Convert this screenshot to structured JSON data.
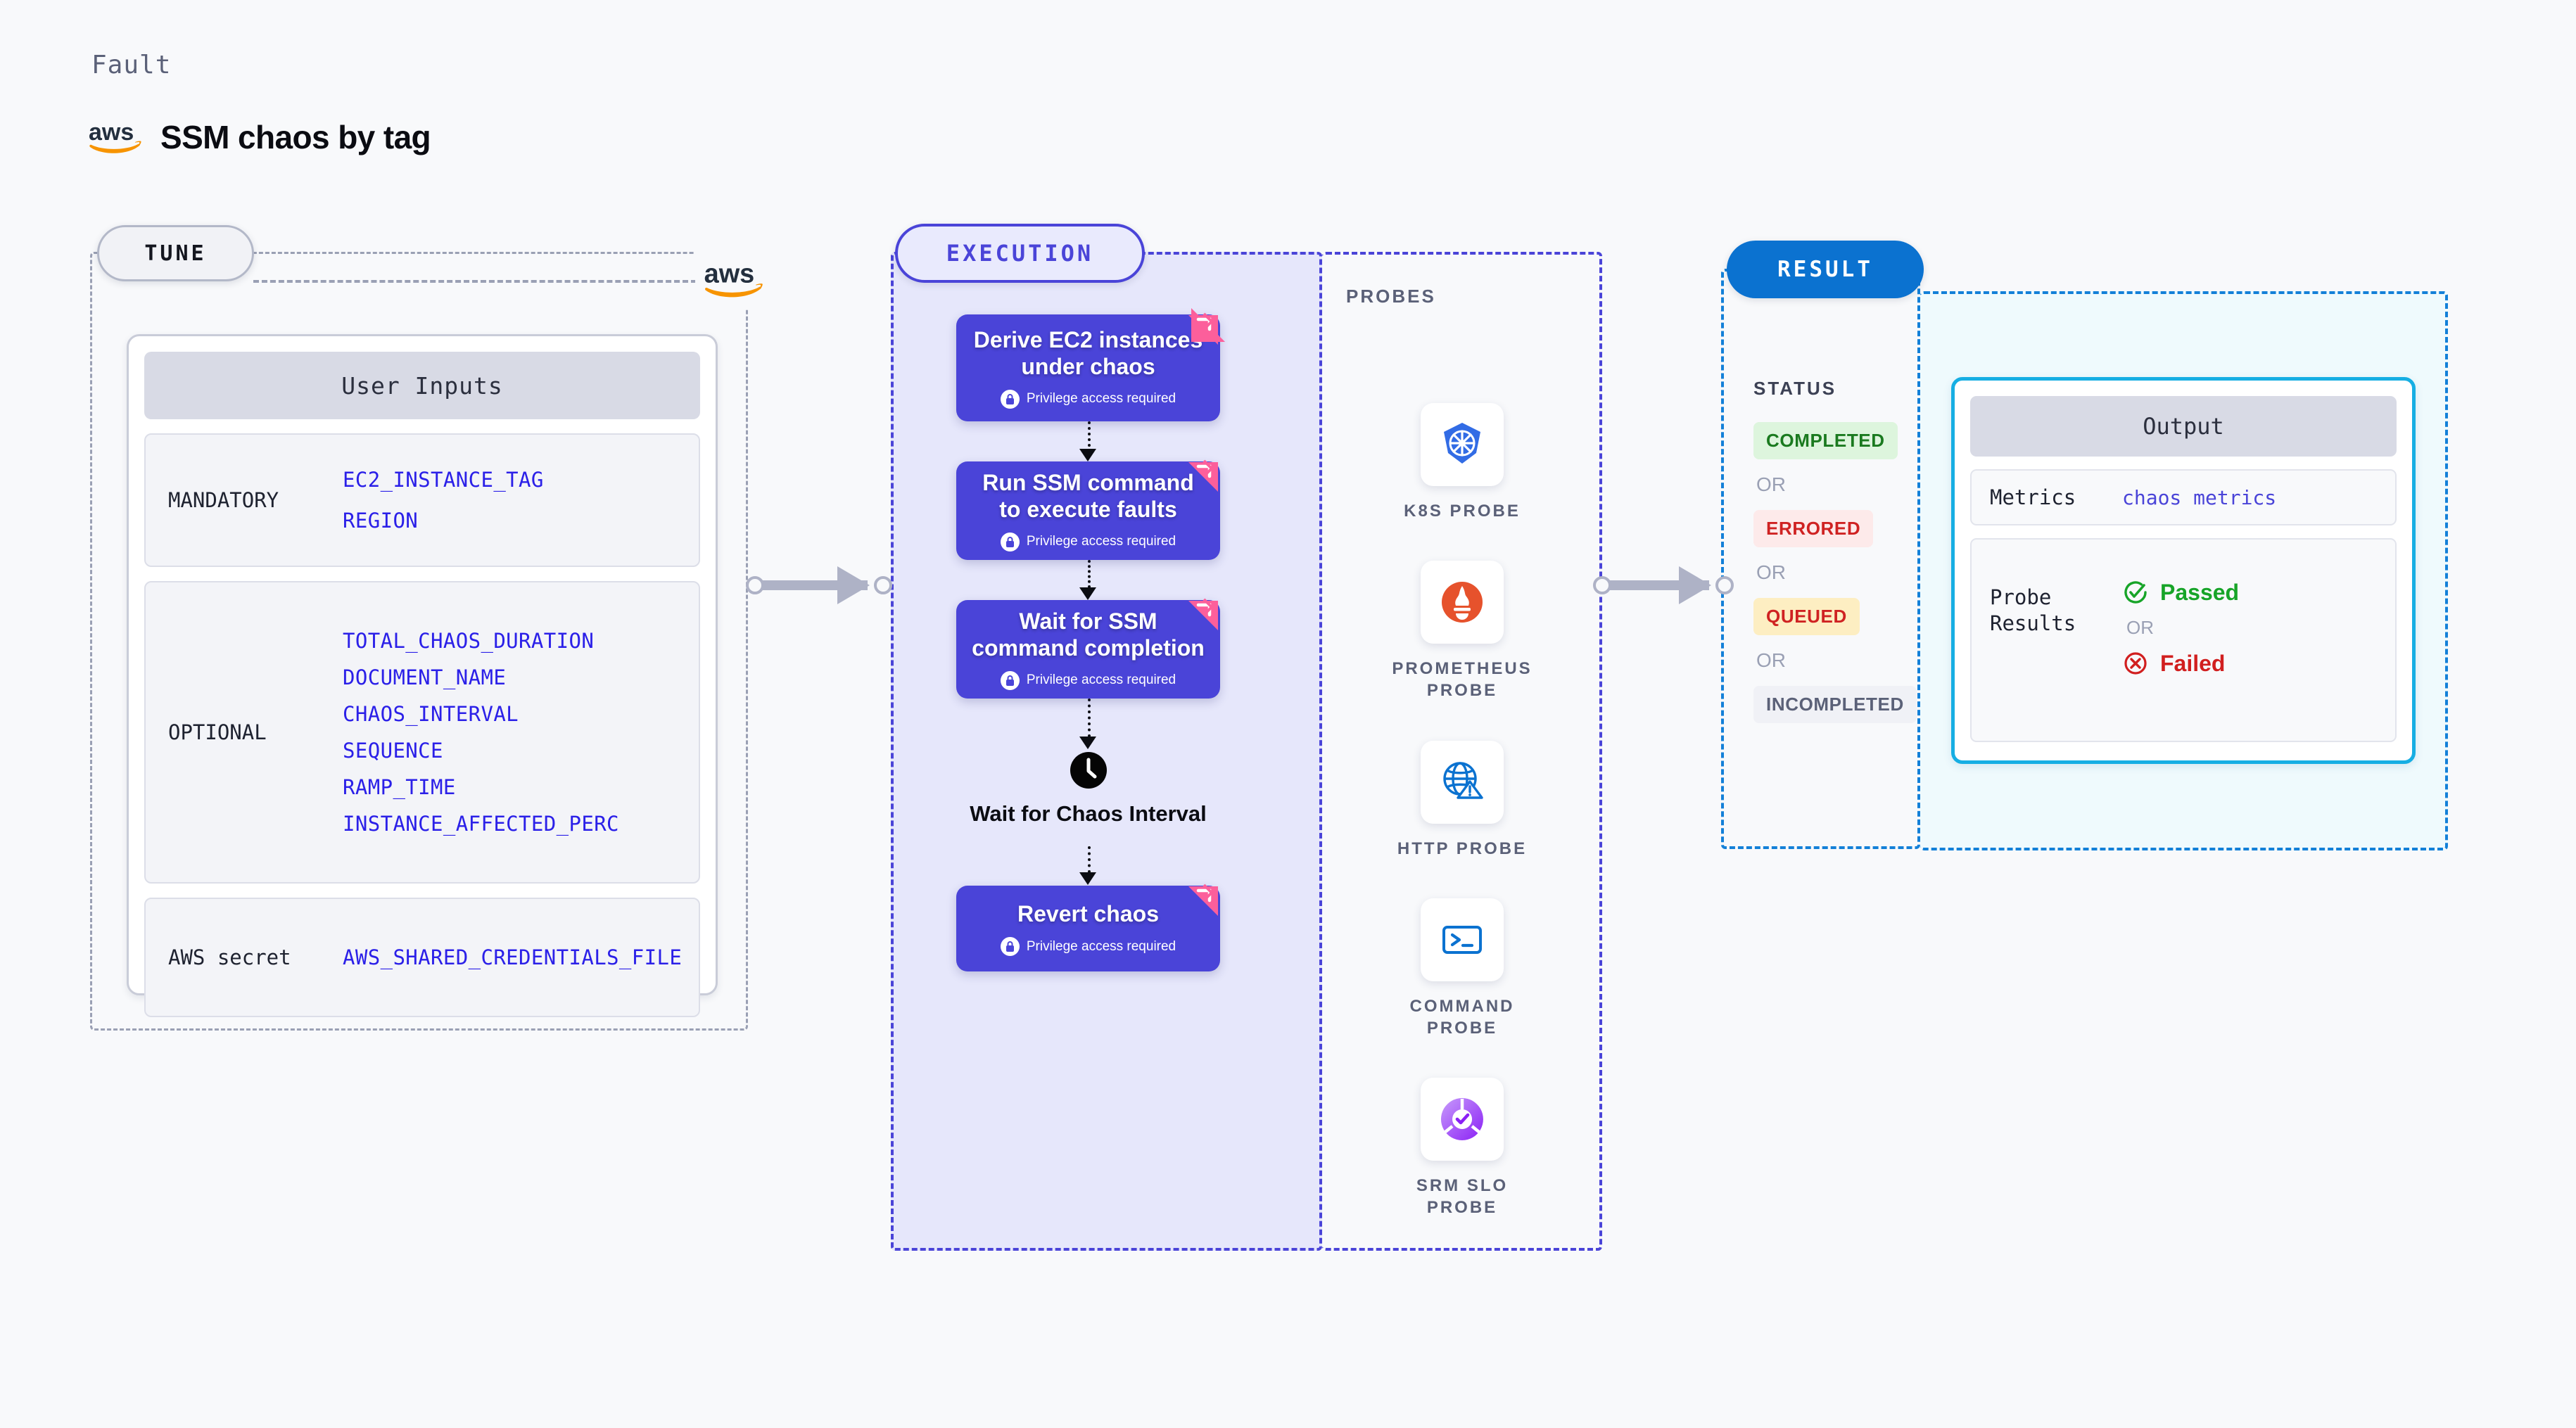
{
  "header": {
    "eyebrow": "Fault",
    "title": "SSM chaos by tag",
    "logo_icon": "aws-logo"
  },
  "tune": {
    "pill_label": "TUNE",
    "card_title": "User Inputs",
    "groups": [
      {
        "label": "MANDATORY",
        "values": [
          "EC2_INSTANCE_TAG",
          "REGION"
        ]
      },
      {
        "label": "OPTIONAL",
        "values": [
          "TOTAL_CHAOS_DURATION",
          "DOCUMENT_NAME",
          "CHAOS_INTERVAL",
          "SEQUENCE",
          "RAMP_TIME",
          "INSTANCE_AFFECTED_PERC"
        ]
      },
      {
        "label": "AWS secret",
        "values": [
          "AWS_SHARED_CREDENTIALS_FILE"
        ]
      }
    ]
  },
  "execution": {
    "pill_label": "EXECUTION",
    "privilege_note": "Privilege access required",
    "nodes": [
      {
        "title": "Derive EC2 instances under chaos",
        "privileged": true
      },
      {
        "title": "Run SSM command to execute faults",
        "privileged": true
      },
      {
        "title": "Wait for SSM command completion",
        "privileged": true
      },
      {
        "title": "Wait for Chaos Interval",
        "privileged": false,
        "icon": "clock-icon"
      },
      {
        "title": "Revert chaos",
        "privileged": true
      }
    ]
  },
  "probes": {
    "title": "PROBES",
    "items": [
      {
        "label": "K8S PROBE",
        "icon": "kubernetes-icon"
      },
      {
        "label": "PROMETHEUS PROBE",
        "icon": "prometheus-icon"
      },
      {
        "label": "HTTP PROBE",
        "icon": "http-globe-icon"
      },
      {
        "label": "COMMAND PROBE",
        "icon": "terminal-icon"
      },
      {
        "label": "SRM SLO PROBE",
        "icon": "srm-slo-icon"
      }
    ]
  },
  "result": {
    "pill_label": "RESULT",
    "status_title": "STATUS",
    "or_label": "OR",
    "statuses": [
      {
        "label": "COMPLETED",
        "color": "#1a7a1f",
        "bg": "#ddf5dd"
      },
      {
        "label": "ERRORED",
        "color": "#cf2222",
        "bg": "#fdeaea"
      },
      {
        "label": "QUEUED",
        "color": "#cf2222",
        "bg": "#fdeec2"
      },
      {
        "label": "INCOMPLETED",
        "color": "#5b6178",
        "bg": "#f0f1f6"
      }
    ],
    "output": {
      "title": "Output",
      "metrics_key": "Metrics",
      "metrics_value": "chaos metrics",
      "probe_key": "Probe Results",
      "or_label": "OR",
      "passed": {
        "label": "Passed",
        "color": "#17a428",
        "icon": "check-circle-icon"
      },
      "failed": {
        "label": "Failed",
        "color": "#d11f1f",
        "icon": "x-circle-icon"
      }
    }
  },
  "colors": {
    "accent_blue": "#0b72d0",
    "execution_purple": "#4a44d8",
    "ribbon_pink": "#fc5f9b",
    "aws_orange": "#f79400"
  }
}
